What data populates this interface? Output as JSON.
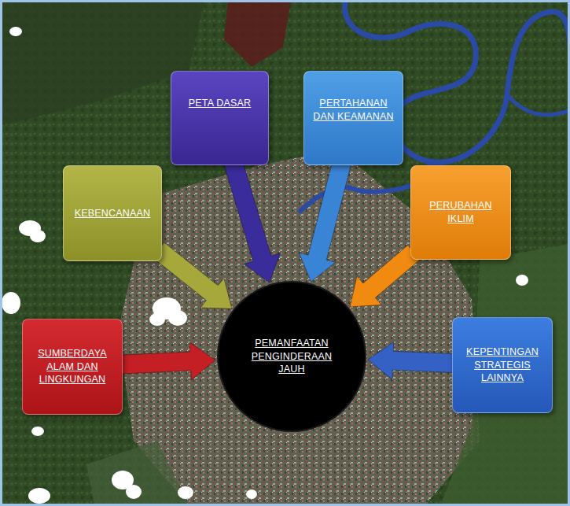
{
  "diagram": {
    "nodes": [
      {
        "text": [
          "PETA DASAR"
        ]
      },
      {
        "text": [
          "PERTAHANAN DAN KEAMANAN"
        ]
      },
      {
        "text": [
          "KEBENCANAAN"
        ]
      },
      {
        "text": [
          "PERUBAHAN IKLIM"
        ]
      },
      {
        "text": [
          "PEMANFAATAN PENGINDERAAN JAUH"
        ]
      },
      {
        "text": [
          "SUMBERDAYA ALAM DAN LINGKUNGAN"
        ]
      },
      {
        "text": [
          "KEPENTINGAN STRATEGIS LAINNYA"
        ]
      }
    ],
    "edges": [
      {
        "from": 0,
        "to": 4,
        "arrow": "to"
      },
      {
        "from": 1,
        "to": 4,
        "arrow": "to"
      },
      {
        "from": 2,
        "to": 4,
        "arrow": "to"
      },
      {
        "from": 3,
        "to": 4,
        "arrow": "to"
      },
      {
        "from": 5,
        "to": 4,
        "arrow": "to"
      },
      {
        "from": 6,
        "to": 4,
        "arrow": "to"
      }
    ]
  }
}
